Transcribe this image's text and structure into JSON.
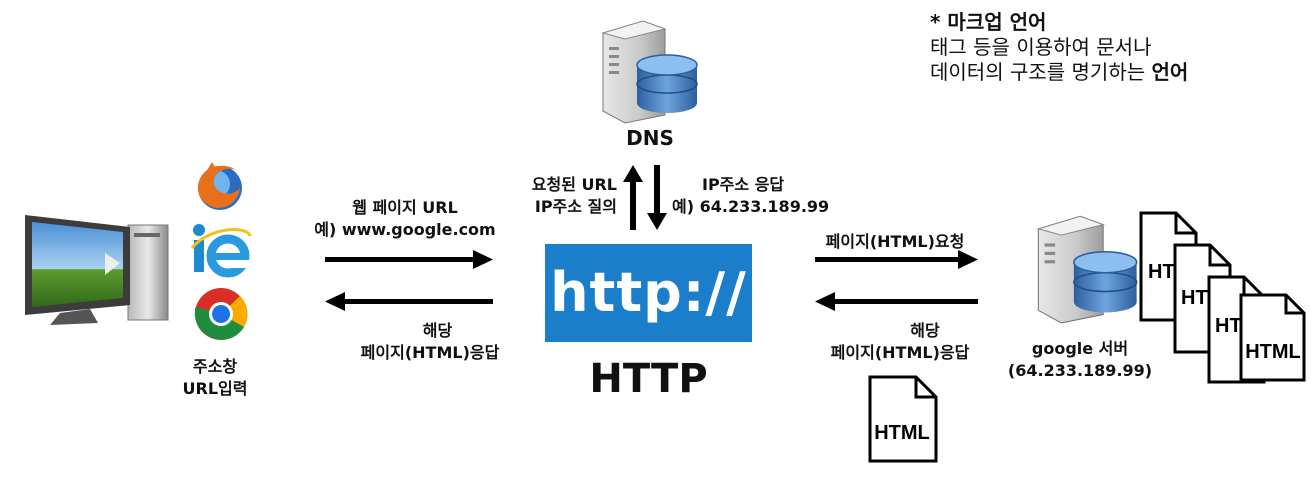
{
  "note": {
    "title": "* 마크업 언어",
    "line1": "태그 등을 이용하여 문서나",
    "line2_prefix": "데이터의 구조를 명기하는 ",
    "line2_bold": "언어"
  },
  "dns": {
    "label": "DNS"
  },
  "dns_request": {
    "line1": "요청된 URL",
    "line2": "IP주소 질의"
  },
  "dns_response": {
    "line1": "IP주소 응답",
    "line2": "예) 64.233.189.99"
  },
  "client": {
    "line1": "주소창",
    "line2": "URL입력"
  },
  "client_request": {
    "line1": "웹 페이지 URL",
    "line2": "예) www.google.com"
  },
  "client_response": {
    "line1": "해당",
    "line2": "페이지(HTML)응답"
  },
  "http": {
    "logo": "http://",
    "title": "HTTP"
  },
  "server_request": {
    "line1": "페이지(HTML)요청"
  },
  "server_response": {
    "line1": "해당",
    "line2": "페이지(HTML)응답"
  },
  "server": {
    "line1": "google 서버",
    "line2": "(64.233.189.99)"
  },
  "documents": {
    "partial": "HT",
    "full": "HTML"
  },
  "colors": {
    "http_blue": "#1b7ecb",
    "db_blue": "#3a7ec4"
  },
  "icons": [
    "computer-monitor-icon",
    "firefox-icon",
    "internet-explorer-icon",
    "chrome-icon",
    "server-database-icon",
    "html-document-icon"
  ]
}
